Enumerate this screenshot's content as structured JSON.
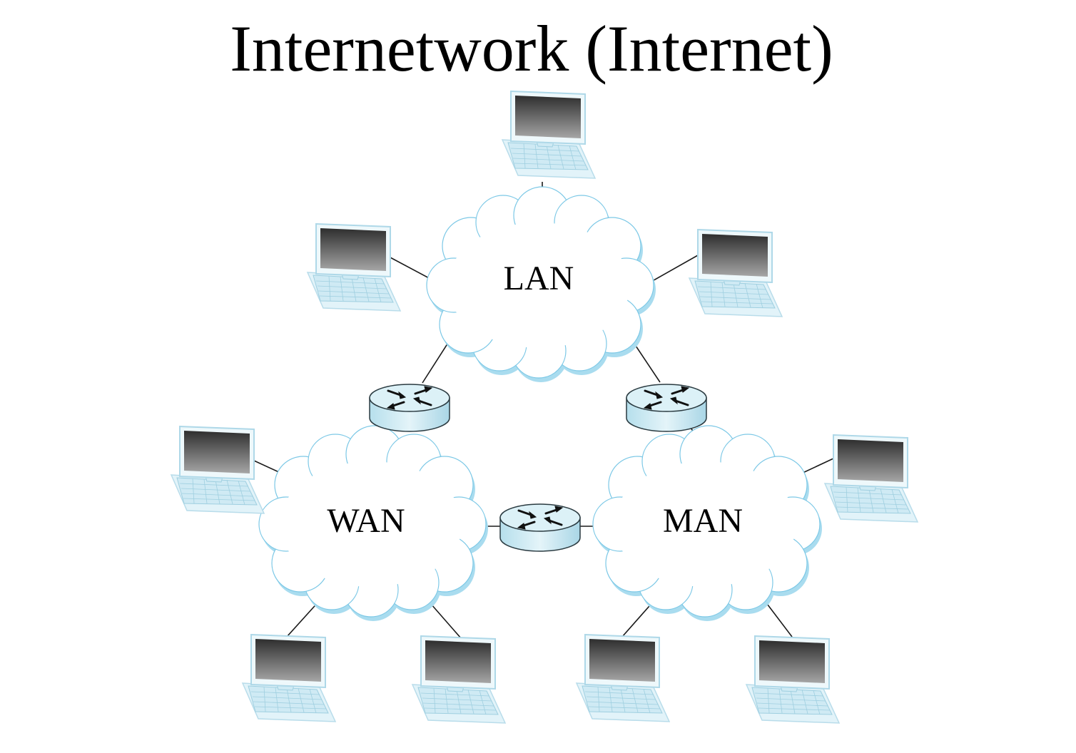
{
  "title": "Internetwork (Internet)",
  "networks": {
    "lan": {
      "label": "LAN"
    },
    "wan": {
      "label": "WAN"
    },
    "man": {
      "label": "MAN"
    }
  },
  "colors": {
    "cloud_fill": "#ffffff",
    "cloud_shadow": "#a9dcef",
    "cloud_outline": "#7cc8e6",
    "router_fill": "#c6e7f1",
    "router_top": "#dcf1f7",
    "router_stroke": "#2a3a40",
    "screen_dark": "#3a3a3a",
    "screen_light": "#9a9a9a",
    "keyboard": "#dff2f9",
    "link": "#1a1a1a"
  },
  "icons": {
    "cloud": "network-cloud-icon",
    "router": "router-icon",
    "computer": "laptop-computer-icon"
  }
}
